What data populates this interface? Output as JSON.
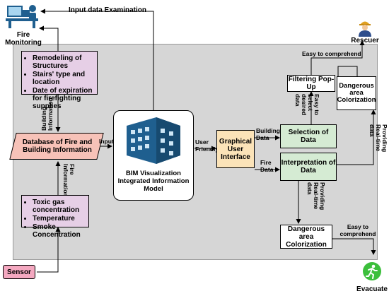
{
  "labels": {
    "fire_monitoring": "Fire Monitoring",
    "rescuer": "Rescuer",
    "evacuate": "Evacuate",
    "sensor": "Sensor",
    "input_data_examination": "Input data Examination",
    "building_information": "Building Information",
    "fire_information": "Fire Information",
    "input": "Input",
    "user_friendly": "User Friendly",
    "building_data": "Building Data",
    "fire_data": "Fire Data",
    "easy_to_comprehend_top": "Easy to comprehend",
    "easy_to_comprehend_bottom": "Easy to comprehend",
    "easy_to_select": "Easy to select desired data",
    "providing_realtime_right": "Providing Real-time data",
    "providing_realtime_mid": "Providing Real-time data"
  },
  "nodes": {
    "database": "Database of Fire and Building Information",
    "bim": "BIM Visualization Integrated Information Model",
    "gui": "Graphical User Interface",
    "selection": "Selection of Data",
    "interpretation": "Interpretation of Data",
    "filtering": "Filtering Pop-Up",
    "dangerous_area_right": "Dangerous area Colorization",
    "dangerous_area_bottom": "Dangerous area Colorization"
  },
  "building_items": [
    "Remodeling of Structures",
    "Stairs' type and location",
    "Date of expiration for firefighting supplies"
  ],
  "fire_items": [
    "Toxic gas concentration",
    "Temperature",
    "Smoke Concentration"
  ],
  "colors": {
    "panel": "#d6d6d6",
    "pink": "#e6cfe6",
    "green": "#d5ebd3",
    "peach": "#fbe3b8",
    "database": "#f7c2b8",
    "sensor": "#f4a8c0",
    "evacuate": "#3cbf3c",
    "building": "#1f5f8f"
  },
  "icons": [
    "monitoring-desk-icon",
    "rescuer-icon",
    "building-icon",
    "evacuate-runner-icon"
  ]
}
